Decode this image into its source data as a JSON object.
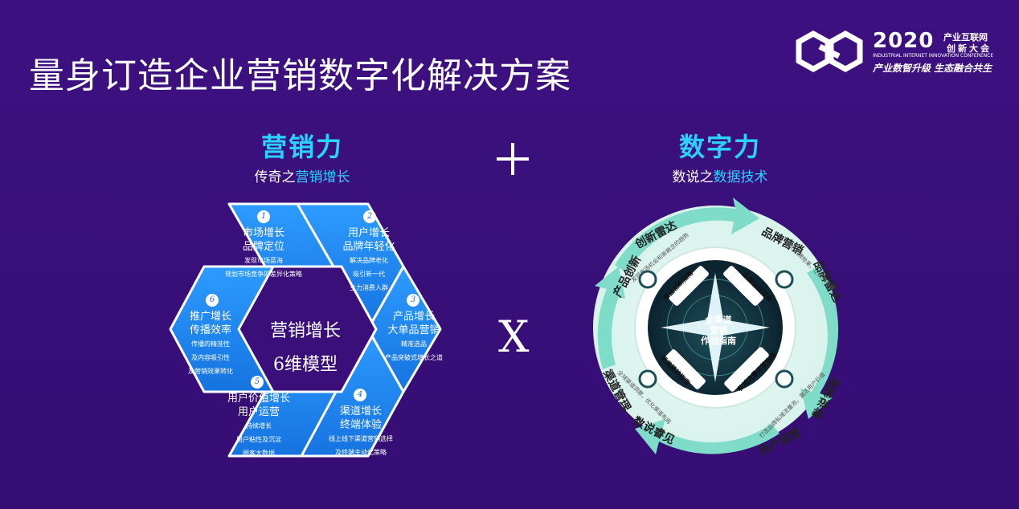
{
  "title": "量身订造企业营销数字化解决方案",
  "logo": {
    "year": "2020",
    "cn_line1": "产业互联网",
    "cn_line2": "创新大会",
    "en": "INDUSTRIAL INTERNET INNOVATION CONFERENCE",
    "slogan": "产业数智升级  生态融合共生"
  },
  "left_heading": {
    "big": "营销力",
    "sub_prefix": "传奇之",
    "sub_highlight": "营销增长"
  },
  "right_heading": {
    "big": "数字力",
    "sub_prefix": "数说之",
    "sub_highlight": "数据技术"
  },
  "plus": "+",
  "times": "X",
  "model": {
    "center_line1": "营销增长",
    "center_line2": "6维模型",
    "petals": [
      {
        "num": "1",
        "line1": "市场增长",
        "line2": "品牌定位",
        "d1": "发现市场蓝海",
        "d2": "规划市场竞争的差异化策略",
        "d3": ""
      },
      {
        "num": "2",
        "line1": "用户增长",
        "line2": "品牌年轻化",
        "d1": "解决品牌老化",
        "d2": "吸引新一代",
        "d3": "主力消费人群"
      },
      {
        "num": "3",
        "line1": "产品增长",
        "line2": "大单品营销",
        "d1": "精准选品",
        "d2": "产品突破式增长之道",
        "d3": ""
      },
      {
        "num": "4",
        "line1": "渠道增长",
        "line2": "终端体验",
        "d1": "线上线下渠道营销选择",
        "d2": "及终端主动化策略",
        "d3": ""
      },
      {
        "num": "5",
        "line1": "用户价值增长",
        "line2": "用户运营",
        "d1": "持续增长",
        "d2": "用户粘性及沉淀",
        "d3": "顾客大数据"
      },
      {
        "num": "6",
        "line1": "推广增长",
        "line2": "传播效率",
        "d1": "传播的精准性",
        "d2": "及内容吸引性",
        "d3": "及营销效果转化"
      }
    ]
  },
  "wheel": {
    "center_line1": "全渠道",
    "center_line2": "营销",
    "center_line3": "作战指南",
    "inner": [
      "爆品创新指南",
      "品牌加固指南",
      "渠道精耕指南",
      "私域流量运营指南"
    ],
    "ring": [
      {
        "main": "产品创新",
        "sub": "创新雷达",
        "desc": "发现市场机会和新概念的趋势"
      },
      {
        "main": "品牌营销",
        "sub": "品牌雷达",
        "desc": "量化品牌效果，让投资有据"
      },
      {
        "main": "渠道管理",
        "sub": "数说睿见",
        "desc": "全域渠道洞察，优化渠道布局"
      },
      {
        "main": "用户运营",
        "sub": "数说领客",
        "desc": "打造品牌私域流量池，激活用户价值"
      }
    ]
  },
  "colors": {
    "background": "#3a0f7a",
    "accent": "#2ad3ff",
    "petal": "#1f86f0",
    "wheel_ring": "#8fe3d2"
  }
}
